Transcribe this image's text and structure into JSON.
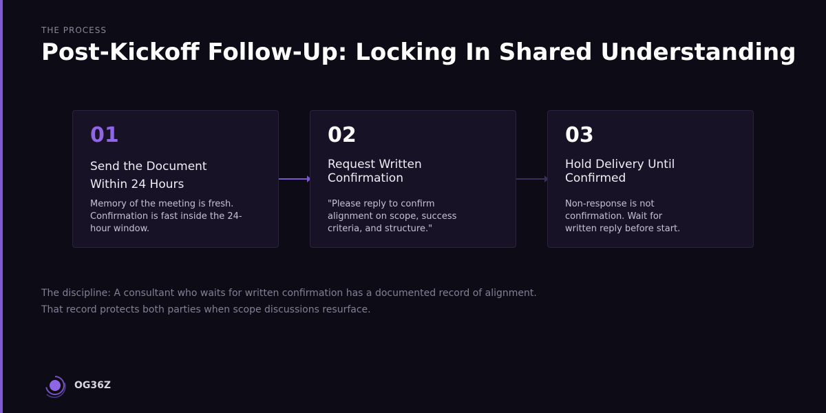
{
  "header": {
    "eyebrow": "THE PROCESS",
    "title": "Post-Kickoff Follow-Up: Locking In Shared Understanding"
  },
  "steps": [
    {
      "number": "01",
      "title": "Send the Document Within 24 Hours",
      "body": "Memory of the meeting is fresh. Confirmation is fast inside the 24-hour window."
    },
    {
      "number": "02",
      "title": "Request Written Confirmation",
      "body": "\"Please reply to confirm alignment on scope, success criteria, and structure.\""
    },
    {
      "number": "03",
      "title": "Hold Delivery Until Confirmed",
      "body": "Non-response is not confirmation. Wait for written reply before start."
    }
  ],
  "closing": {
    "line1": "The discipline: A consultant who waits for written confirmation has a documented record of alignment.",
    "line2": "That record protects both parties when scope discussions resurface."
  },
  "brand": {
    "name": "OG36Z",
    "icon": "spiral-logo-icon"
  },
  "colors": {
    "accent": "#8f66e3",
    "background": "#0d0b16",
    "card": "#171226"
  }
}
